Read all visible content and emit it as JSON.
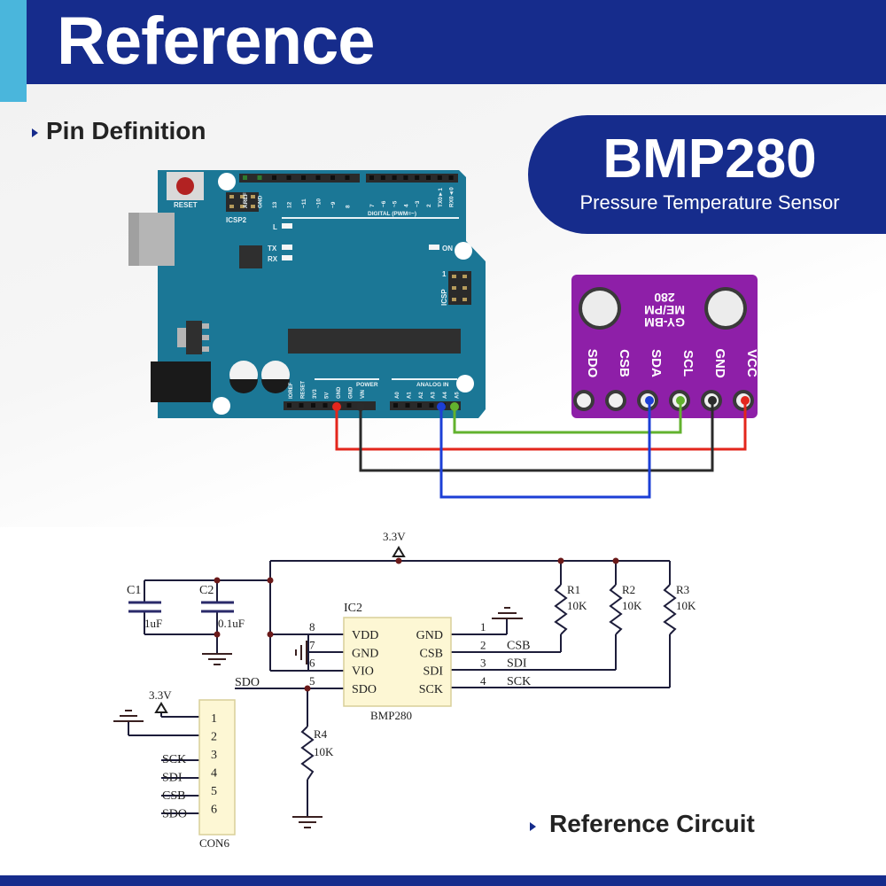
{
  "header": {
    "title": "Reference"
  },
  "sections": {
    "pin_definition": "Pin Definition",
    "reference_circuit": "Reference Circuit"
  },
  "badge": {
    "title": "BMP280",
    "subtitle": "Pressure Temperature Sensor"
  },
  "arduino": {
    "reset_label": "RESET",
    "icsp2_label": "ICSP2",
    "icsp_label": "ICSP",
    "icsp_pin1": "1",
    "led_labels": {
      "l": "L",
      "tx": "TX",
      "rx": "RX",
      "on": "ON"
    },
    "digital_header_label": "DIGITAL (PWM=~)",
    "digital_pins": [
      "AREF",
      "GND",
      "13",
      "12",
      "~11",
      "~10",
      "~9",
      "8",
      "7",
      "~6",
      "~5",
      "4",
      "~3",
      "2",
      "TX0►1",
      "RX0◄0"
    ],
    "power_header_label": "POWER",
    "power_pins": [
      "IOREF",
      "RESET",
      "3V3",
      "5V",
      "GND",
      "GND",
      "VIN"
    ],
    "analog_header_label": "ANALOG IN",
    "analog_pins": [
      "A0",
      "A1",
      "A2",
      "A3",
      "A4",
      "A5"
    ]
  },
  "sensor_module": {
    "silkscreen": [
      "GY-BM",
      "ME/PM",
      "280"
    ],
    "pins": [
      "SDO",
      "CSB",
      "SDA",
      "SCL",
      "GND",
      "VCC"
    ]
  },
  "wiring": [
    {
      "from": "5V",
      "to": "VCC",
      "color": "#e3261c"
    },
    {
      "from": "GND",
      "to": "GND",
      "color": "#2b2b2b"
    },
    {
      "from": "A4",
      "to": "SDA",
      "color": "#1c3fd6"
    },
    {
      "from": "A5",
      "to": "SCL",
      "color": "#62b22e"
    }
  ],
  "schematic": {
    "supply_label": "3.3V",
    "capacitors": [
      {
        "ref": "C1",
        "value": "1uF"
      },
      {
        "ref": "C2",
        "value": "0.1uF"
      }
    ],
    "ic": {
      "ref": "IC2",
      "name": "BMP280",
      "left_pins": [
        {
          "num": "8",
          "name": "VDD"
        },
        {
          "num": "7",
          "name": "GND"
        },
        {
          "num": "6",
          "name": "VIO"
        },
        {
          "num": "5",
          "name": "SDO"
        }
      ],
      "right_pins": [
        {
          "num": "1",
          "name": "GND",
          "net": ""
        },
        {
          "num": "2",
          "name": "CSB",
          "net": "CSB"
        },
        {
          "num": "3",
          "name": "SDI",
          "net": "SDI"
        },
        {
          "num": "4",
          "name": "SCK",
          "net": "SCK"
        }
      ]
    },
    "sdo_net": "SDO",
    "resistors": [
      {
        "ref": "R1",
        "value": "10K"
      },
      {
        "ref": "R2",
        "value": "10K"
      },
      {
        "ref": "R3",
        "value": "10K"
      },
      {
        "ref": "R4",
        "value": "10K"
      }
    ],
    "connector": {
      "ref": "CON6",
      "supply_label": "3.3V",
      "pins": [
        {
          "num": "1",
          "net": ""
        },
        {
          "num": "2",
          "net": ""
        },
        {
          "num": "3",
          "net": "SCK"
        },
        {
          "num": "4",
          "net": "SDI"
        },
        {
          "num": "5",
          "net": "CSB"
        },
        {
          "num": "6",
          "net": "SDO"
        }
      ]
    }
  }
}
